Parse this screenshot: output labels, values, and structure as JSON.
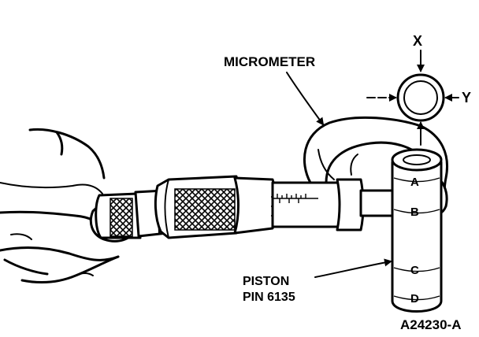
{
  "labels": {
    "micrometer": "MICROMETER",
    "piston_pin_line1": "PISTON",
    "piston_pin_line2": "PIN 6135",
    "figure_id": "A24230-A"
  },
  "axes": {
    "x": "X",
    "y": "Y"
  },
  "measurement_points": {
    "a": "A",
    "b": "B",
    "c": "C",
    "d": "D"
  }
}
